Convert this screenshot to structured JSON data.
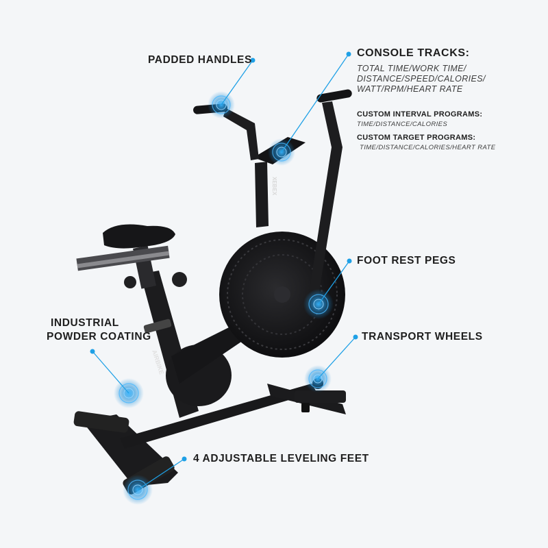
{
  "callouts": {
    "padded_handles": "PADDED HANDLES",
    "console_tracks": "CONSOLE TRACKS:",
    "console_metrics_line1": "TOTAL TIME/WORK TIME/",
    "console_metrics_line2": "DISTANCE/SPEED/CALORIES/",
    "console_metrics_line3": "WATT/RPM/HEART RATE",
    "custom_interval_title": "CUSTOM INTERVAL PROGRAMS:",
    "custom_interval_detail": "TIME/DISTANCE/CALORIES",
    "custom_target_title": "CUSTOM TARGET PROGRAMS:",
    "custom_target_detail": "TIME/DISTANCE/CALORIES/HEART RATE",
    "foot_rest_pegs": "FOOT REST PEGS",
    "industrial_line1": "INDUSTRIAL",
    "industrial_line2": "POWDER COATING",
    "transport_wheels": "TRANSPORT WHEELS",
    "leveling_feet": "4 ADJUSTABLE LEVELING FEET"
  },
  "branding": {
    "frame_text": "XEBEX",
    "downtube_text": "AIRBIKE"
  },
  "colors": {
    "accent": "#1ea0e6",
    "frame": "#1b1b1d",
    "background": "#f4f6f8"
  }
}
